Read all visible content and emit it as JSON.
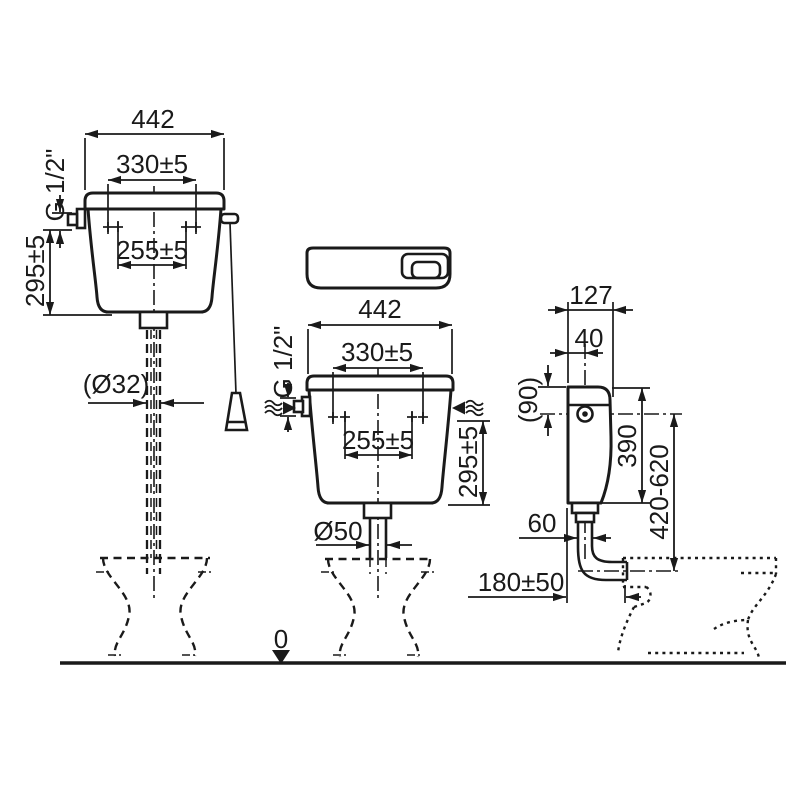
{
  "colors": {
    "ink": "#1a1a1a",
    "paper": "#ffffff"
  },
  "labels": {
    "lv_width": "442",
    "lv_upper_holes": "330±5",
    "lv_thread": "G 1/2\"",
    "lv_height": "295±5",
    "lv_lower_holes": "255±5",
    "lv_pipe_dia": "(Ø32)",
    "mv_width": "442",
    "mv_upper_holes": "330±5",
    "mv_thread": "G 1/2\"",
    "mv_lower_holes": "255±5",
    "mv_height": "295±5",
    "mv_outlet_dia": "Ø50",
    "sv_depth": "127",
    "sv_inlet_offset": "40",
    "sv_inlet_height": "(90)",
    "sv_height": "390",
    "sv_install_range": "420-620",
    "sv_pipe_dia": "60",
    "sv_bowl_offset": "180±50",
    "datum_zero": "0"
  }
}
